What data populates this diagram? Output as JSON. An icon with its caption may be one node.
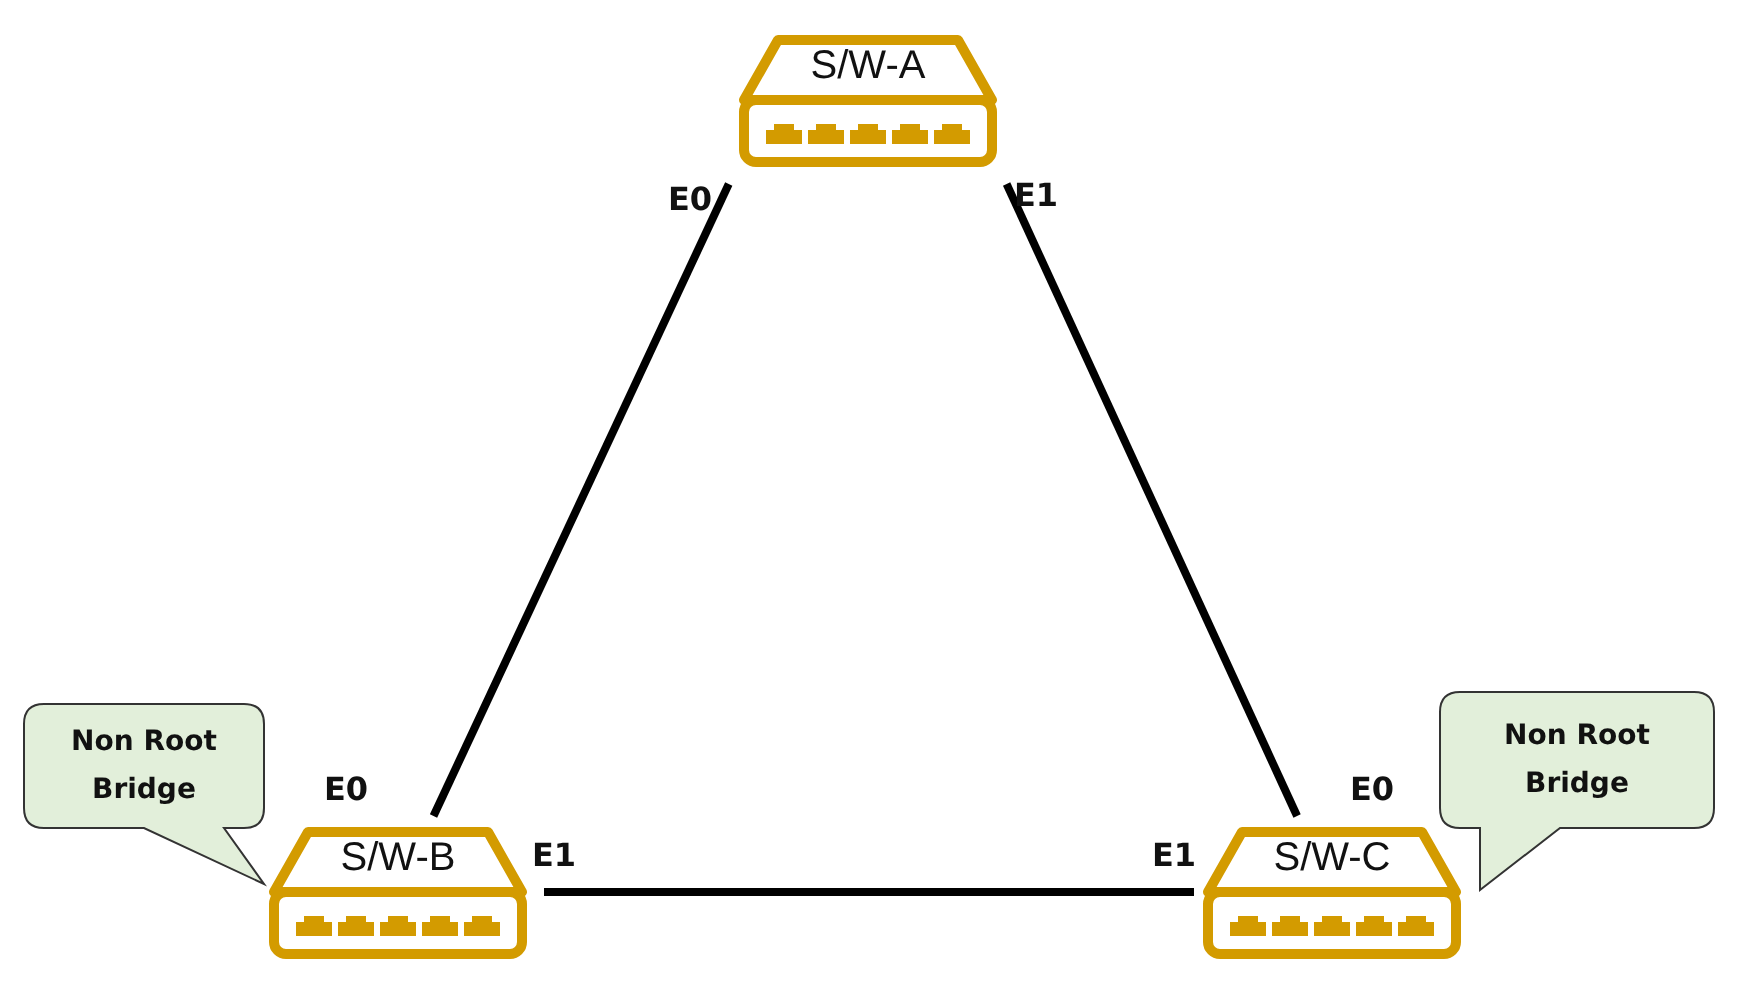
{
  "diagram": {
    "nodes": [
      {
        "text": [
          "S/W-A"
        ]
      },
      {
        "text": [
          "S/W-B"
        ]
      },
      {
        "text": [
          "S/W-C"
        ]
      },
      {
        "text": [
          "Non Root Bridge"
        ]
      },
      {
        "text": [
          "Non Root Bridge"
        ]
      }
    ],
    "edges": [
      {
        "from": 0,
        "to": 1,
        "arrow": "none"
      },
      {
        "from": 0,
        "to": 2,
        "arrow": "none"
      },
      {
        "from": 1,
        "to": 2,
        "arrow": "none"
      }
    ],
    "labels": [
      "E0",
      "E1",
      "E0",
      "E0",
      "E1",
      "E1"
    ]
  }
}
